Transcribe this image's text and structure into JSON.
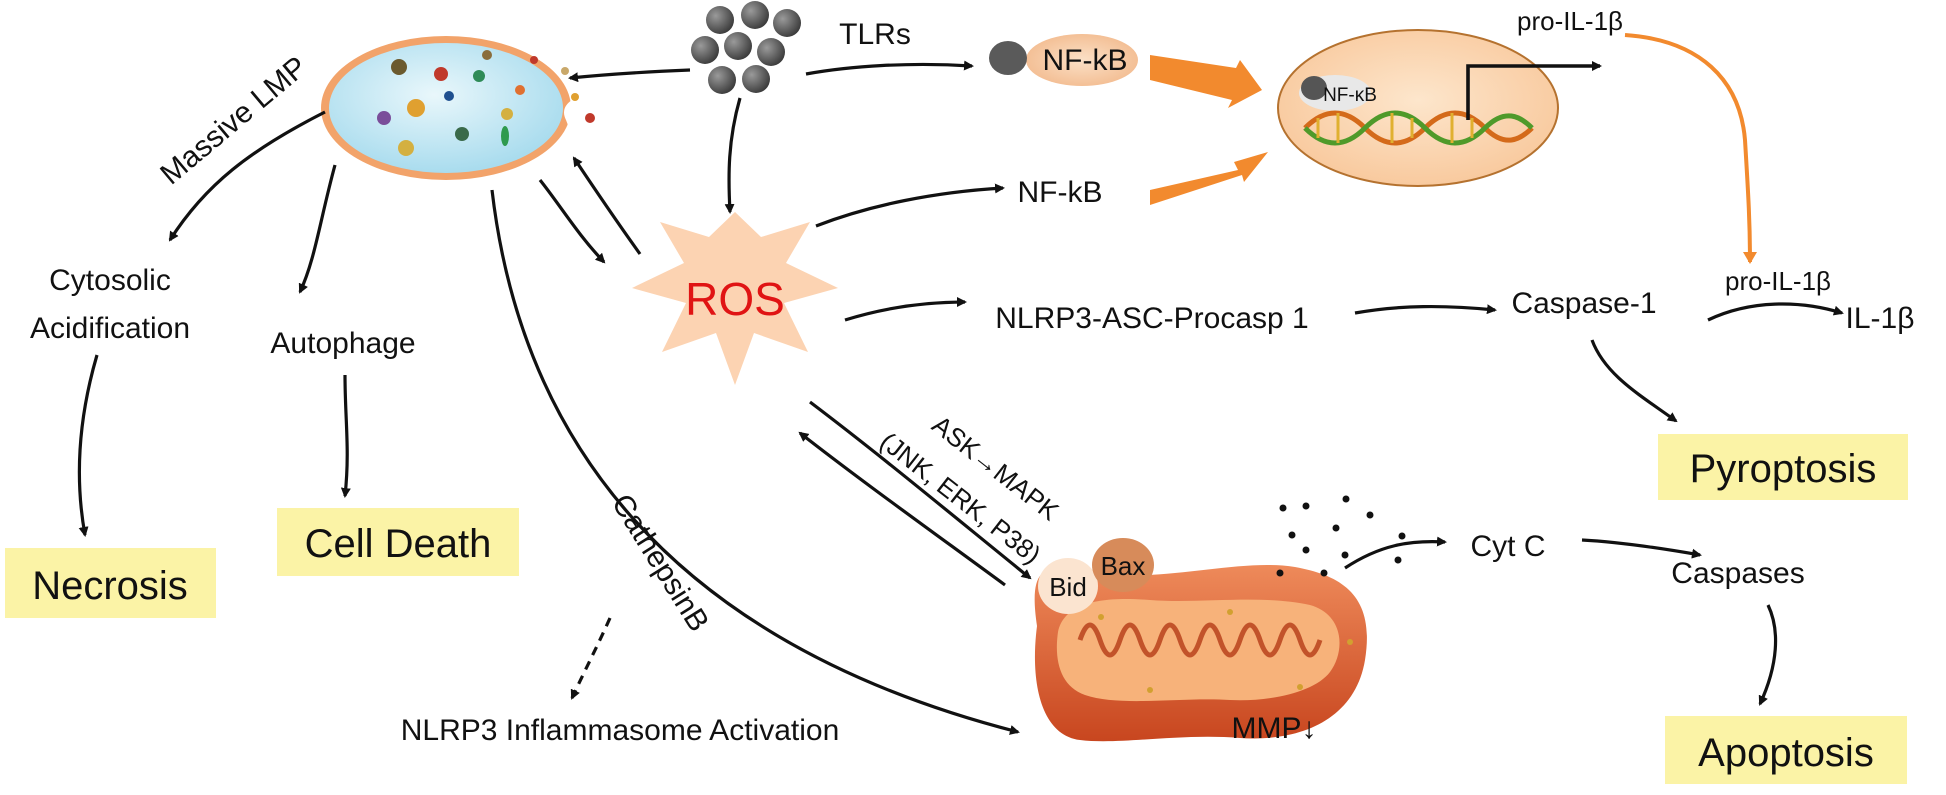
{
  "chart_data": {
    "type": "diagram",
    "nodes": {
      "ros": "ROS",
      "tlrs": "TLRs",
      "nfkb_top": "NF-kB",
      "nfkb_nucleus": "NF-κB",
      "nfkb_mid": "NF-kB",
      "pro_il1b_top": "pro-IL-1β",
      "pro_il1b_mid": "pro-IL-1β",
      "il1b": "IL-1β",
      "caspase1": "Caspase-1",
      "nlrp3_complex": "NLRP3-ASC-Procasp 1",
      "massive_lmp": "Massive LMP",
      "cytosolic_1": "Cytosolic",
      "cytosolic_2": "Acidification",
      "autophage": "Autophage",
      "ask_1": "ASK→MAPK",
      "ask_2": "(JNK, ERK, P38)",
      "cathepsin": "CathepsinB",
      "nlrp3_inflammasome": "NLRP3 Inflammasome Activation",
      "bid": "Bid",
      "bax": "Bax",
      "mmp": "MMP↓",
      "cytc": "Cyt C",
      "caspases": "Caspases"
    },
    "outcomes": {
      "necrosis": "Necrosis",
      "cell_death": "Cell Death",
      "pyroptosis": "Pyroptosis",
      "apoptosis": "Apoptosis"
    },
    "colors": {
      "lysosome_fill": "#c9e9f4",
      "lysosome_rim": "#f2a36a",
      "ros_fill": "#fcd3b2",
      "ros_text": "#e01414",
      "nucleus_fill": "#fbd7b3",
      "orange_arrow": "#f28a2e",
      "mito_outer": "#d9572f",
      "outcome_box": "#fbf3a6",
      "particle": "#555555"
    }
  }
}
